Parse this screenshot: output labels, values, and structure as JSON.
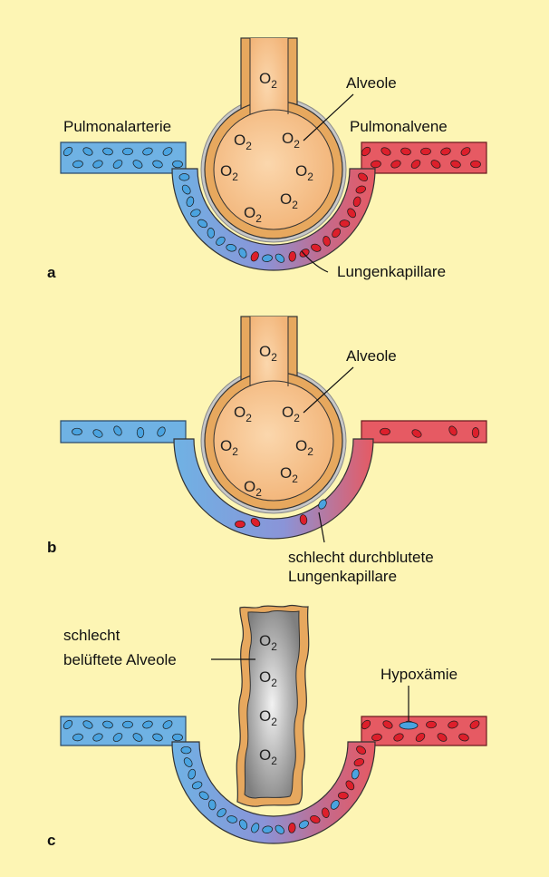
{
  "panels": [
    {
      "letter": "a",
      "labels": {
        "alveole": "Alveole",
        "pulmonalarterie": "Pulmonalarterie",
        "pulmonalvene": "Pulmonalvene",
        "kapillare": "Lungenkapillare"
      },
      "o2_count": 7
    },
    {
      "letter": "b",
      "labels": {
        "alveole": "Alveole",
        "kapillare_line1": "schlecht durchblutete",
        "kapillare_line2": "Lungenkapillare"
      },
      "o2_count": 7
    },
    {
      "letter": "c",
      "labels": {
        "alveole_line1": "schlecht",
        "alveole_line2": "belüftete Alveole",
        "hypoxaemie": "Hypoxämie"
      },
      "o2_count": 4
    }
  ],
  "o2": {
    "base": "O",
    "sub": "2"
  },
  "colors": {
    "background": "#fdf5b4",
    "artery": "#6fb2e4",
    "vein": "#e65a63",
    "alveole_fill": "#f6c48d",
    "alveole_border": "#e5a55a",
    "membrane": "#b9b9b9",
    "rbc_blue": "#4aa3e0",
    "rbc_red": "#dd1f2b",
    "collapsed_alveole": "#9a9a9a"
  }
}
